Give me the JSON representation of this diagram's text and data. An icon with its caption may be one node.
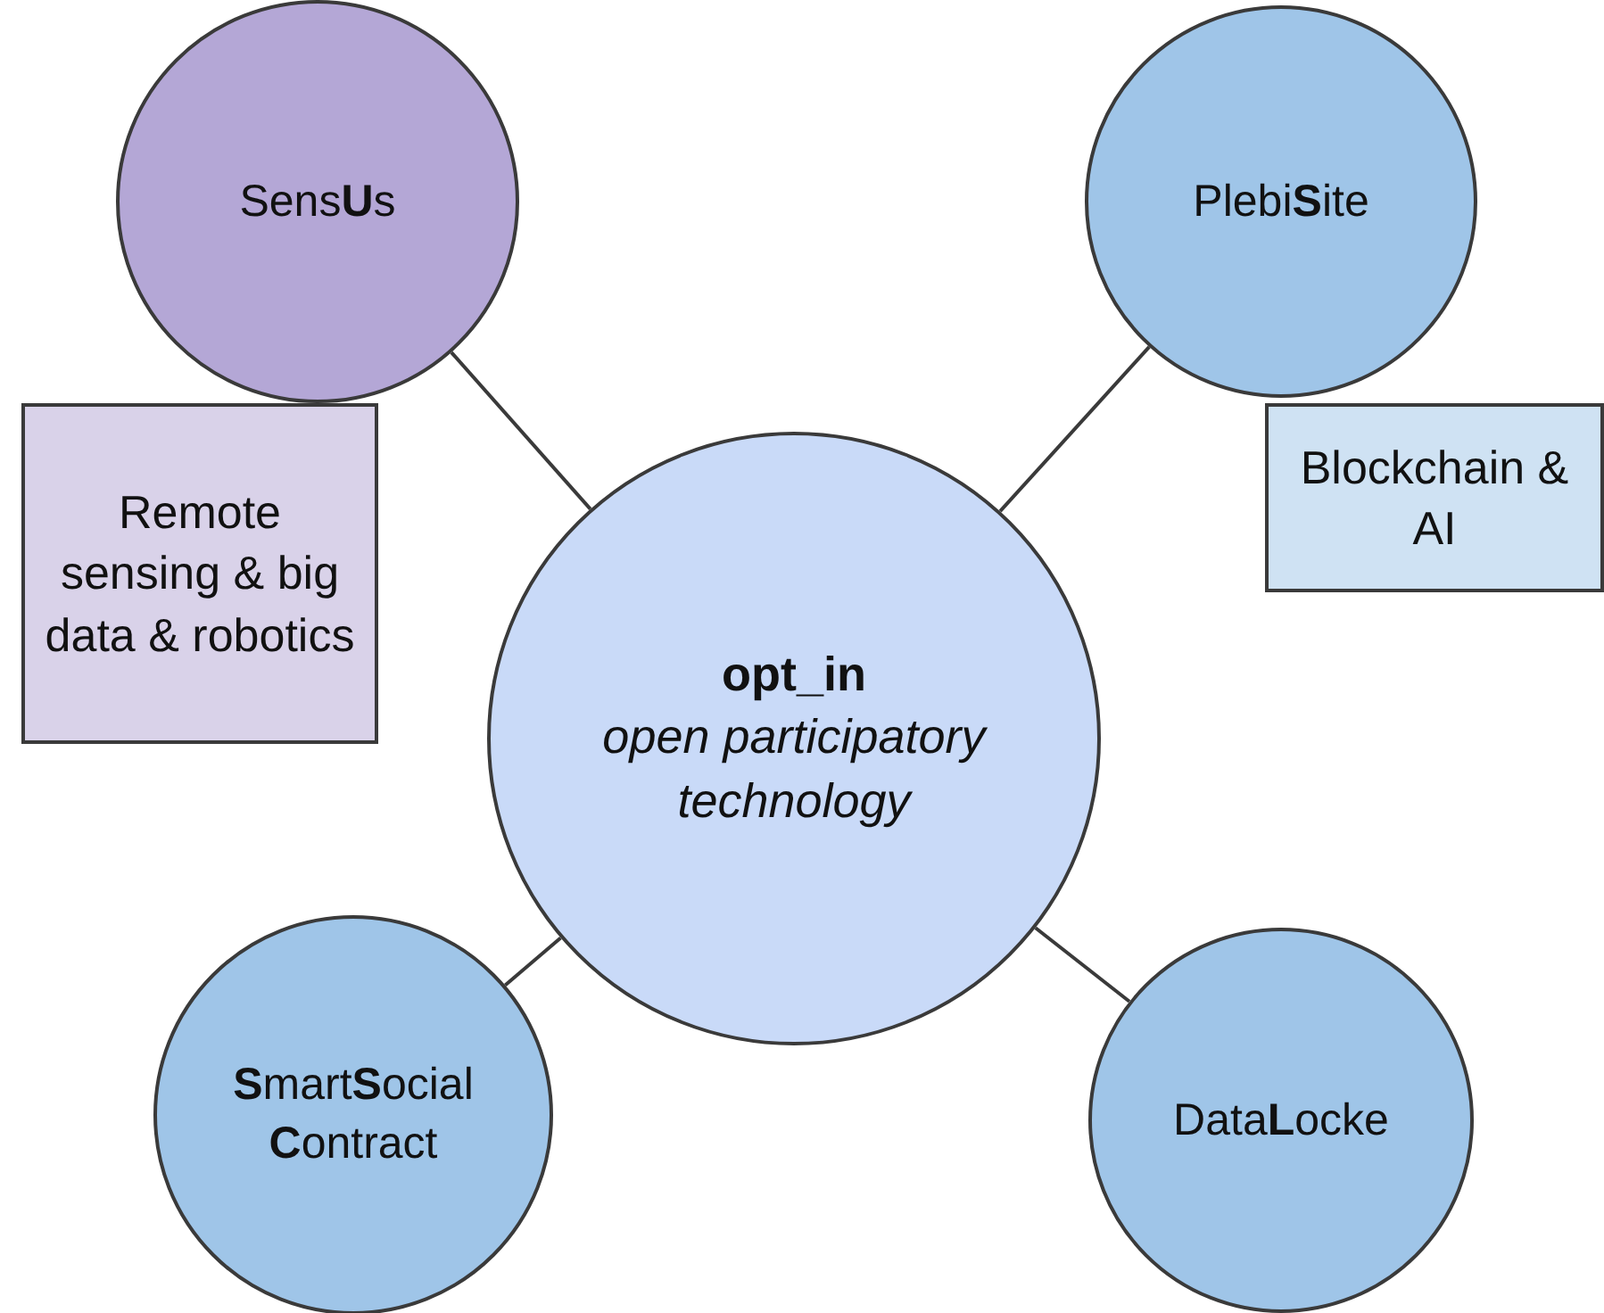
{
  "diagram": {
    "nodes": [
      {
        "text": [
          "Sens**U**s"
        ]
      },
      {
        "text": [
          "Plebi**S**ite"
        ]
      },
      {
        "text": [
          "Remote sensing & big data & robotics"
        ]
      },
      {
        "text": [
          "Blockchain & AI"
        ]
      },
      {
        "text": [
          "opt_in",
          "open participatory technology"
        ]
      },
      {
        "text": [
          "**S**mart**S**ocial **C**ontract"
        ]
      },
      {
        "text": [
          "Data**L**ocke"
        ]
      }
    ],
    "edges": [
      {
        "from": 4,
        "to": 0,
        "arrow": "none"
      },
      {
        "from": 4,
        "to": 1,
        "arrow": "none"
      },
      {
        "from": 4,
        "to": 5,
        "arrow": "none"
      },
      {
        "from": 4,
        "to": 6,
        "arrow": "none"
      }
    ]
  }
}
